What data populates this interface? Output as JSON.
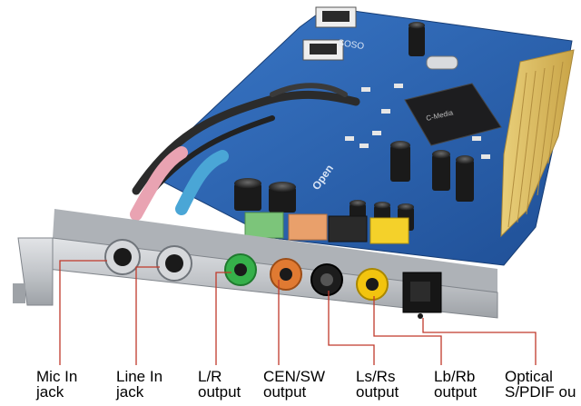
{
  "photo": {
    "pcb_print": {
      "model_text": "SOSO",
      "chip_text": "C-Media",
      "brand_text": "Open"
    }
  },
  "labels": [
    {
      "id": "mic-in",
      "line1": "Mic In",
      "line2": "jack"
    },
    {
      "id": "line-in",
      "line1": "Line In",
      "line2": "jack"
    },
    {
      "id": "lr-out",
      "line1": "L/R",
      "line2": "output"
    },
    {
      "id": "censw-out",
      "line1": "CEN/SW",
      "line2": "output"
    },
    {
      "id": "lsrs-out",
      "line1": "Ls/Rs",
      "line2": "output"
    },
    {
      "id": "lbrb-out",
      "line1": "Lb/Rb",
      "line2": "output"
    },
    {
      "id": "optical-out",
      "line1": "Optical",
      "line2": "S/PDIF ou"
    }
  ],
  "colors": {
    "pcb": "#2f67b5",
    "bracket": "#c9ccd0",
    "leader": "#c0392b",
    "jack_green": "#36b04a",
    "jack_orange": "#e07a32",
    "jack_black": "#1c1c1c",
    "jack_yellow": "#f2c40f"
  }
}
